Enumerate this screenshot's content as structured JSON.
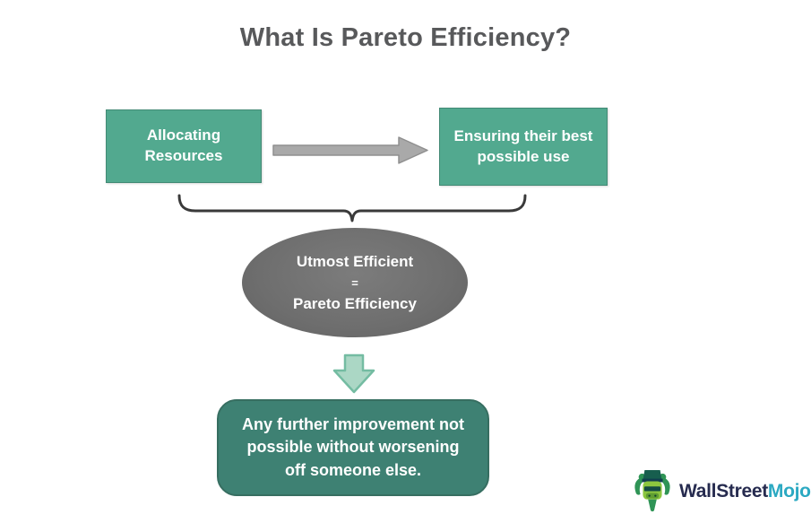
{
  "title": "What Is Pareto Efficiency?",
  "flow": {
    "step1_label": "Allocating\nResources",
    "step2_label": "Ensuring their best\npossible use",
    "result": {
      "line1": "Utmost Efficient",
      "equals": "=",
      "line2": "Pareto Efficiency"
    },
    "conclusion_label": "Any further improvement not\npossible without worsening\noff someone else."
  },
  "icons": {
    "right_arrow": "right-arrow",
    "brace": "horizontal-curly-brace",
    "down_arrow": "down-arrow",
    "mascot": "wallstreetmojo-bull-mascot"
  },
  "logo": {
    "part1": "WallStreet",
    "part2": "Mojo"
  },
  "colors": {
    "teal_box": "#52a98f",
    "dark_teal_box": "#3e8173",
    "ellipse_gray": "#6e6e6e",
    "arrow_gray": "#a9a9a9",
    "mint_arrow_fill": "#abd7c5",
    "mint_arrow_border": "#74bca2",
    "title_gray": "#58595b",
    "brace_dark": "#3a3a3a",
    "logo_navy": "#262b4f",
    "logo_cyan": "#2ba9c2"
  }
}
